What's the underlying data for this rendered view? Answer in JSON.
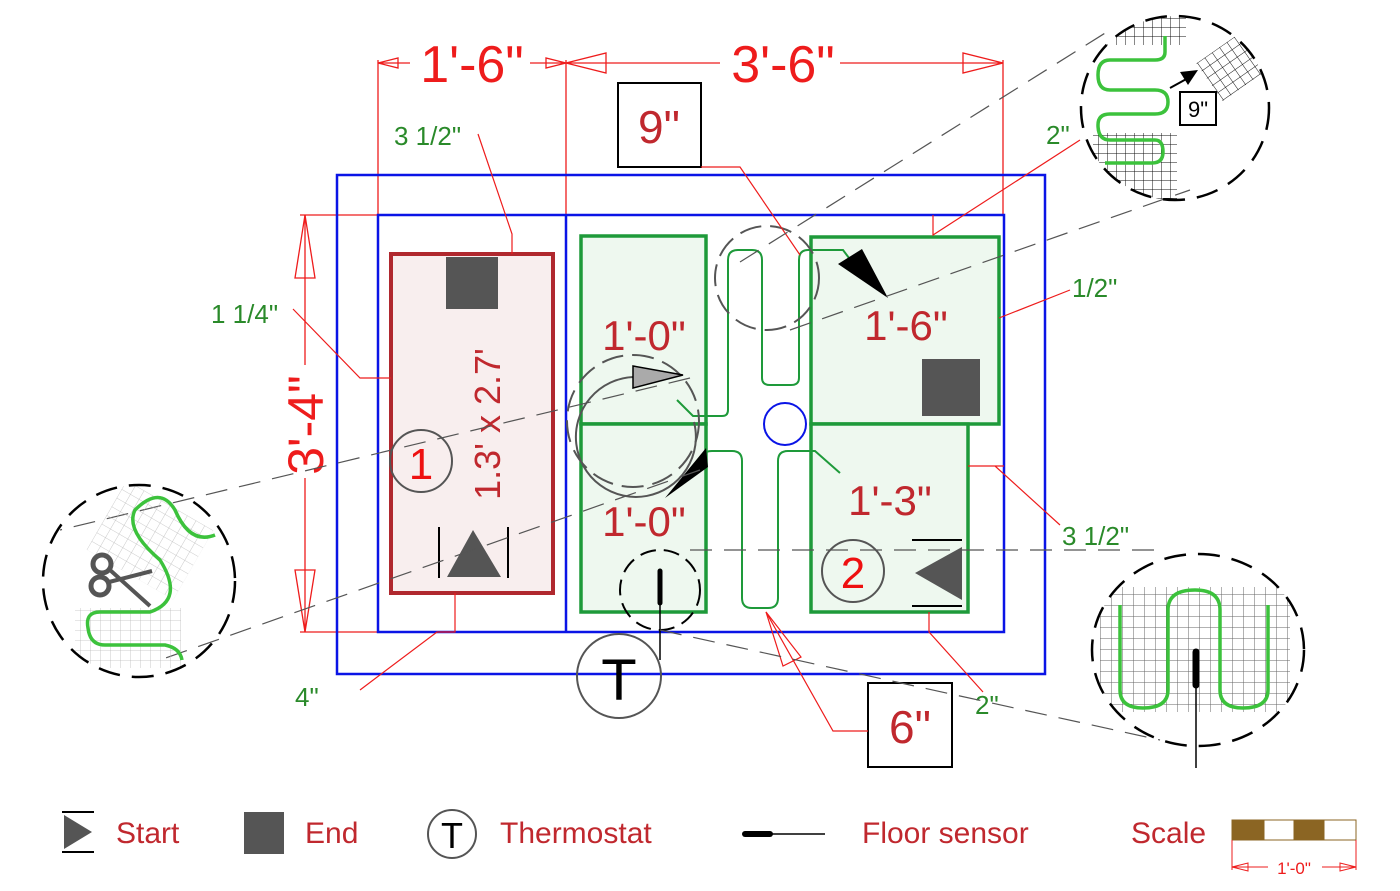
{
  "dimensions": {
    "top_left": "1'-6\"",
    "top_right": "3'-6\"",
    "left_height": "3'-4\"",
    "callout_top": "9\"",
    "callout_bottom": "6\"",
    "gap_top_left": "3 1/2\"",
    "gap_left": "1 1/4\"",
    "gap_bottom_left": "4\"",
    "gap_top_right": "2\"",
    "gap_right_upper": "1/2\"",
    "gap_right_lower": "3 1/2\"",
    "gap_bottom_right": "2\""
  },
  "zones": [
    {
      "number": "1",
      "size": "1.3' x 2.7'"
    },
    {
      "number": "2"
    }
  ],
  "mats": [
    {
      "label": "1'-0\""
    },
    {
      "label": "1'-0\""
    },
    {
      "label": "1'-6\""
    },
    {
      "label": "1'-3\""
    }
  ],
  "thermostat": {
    "symbol": "T"
  },
  "detail_callouts": {
    "top_right_label": "9\""
  },
  "legend": {
    "start": "Start",
    "end": "End",
    "thermostat_symbol": "T",
    "thermostat": "Thermostat",
    "floor_sensor": "Floor sensor",
    "scale": "Scale",
    "scale_length": "1'-0\""
  },
  "colors": {
    "wall": "#0a14e6",
    "zone1_border": "#b0282e",
    "zone1_fill": "#f8eeee",
    "mat_border": "#1e9a3a",
    "mat_fill": "#eef8ef",
    "dimension": "#ee1c1c",
    "gap_text": "#2a8a2a",
    "marker": "#555555",
    "scale_brown": "#8b6523"
  }
}
